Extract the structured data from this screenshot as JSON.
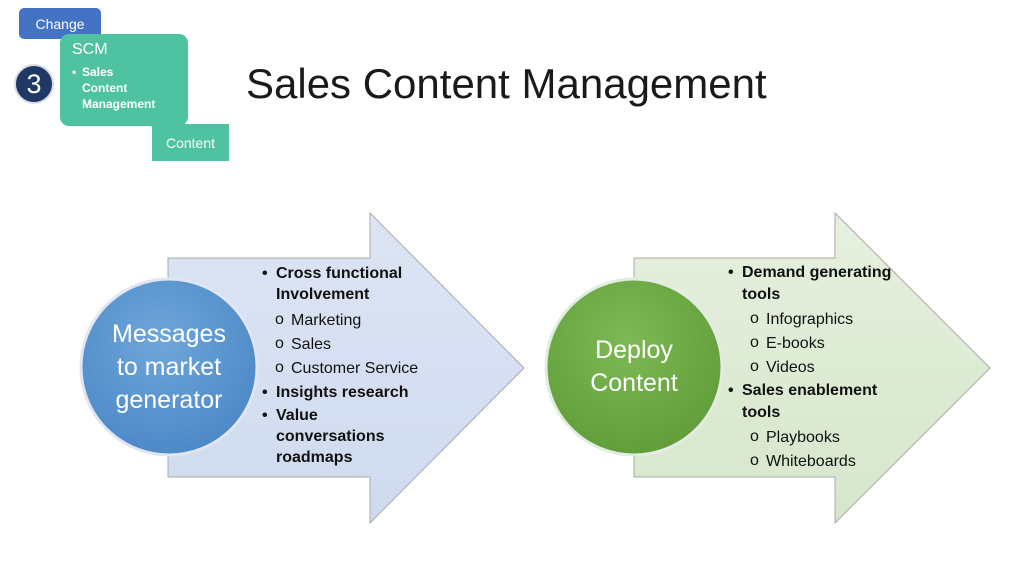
{
  "nav": {
    "change_label": "Change",
    "step_number": "3",
    "scm_title": "SCM",
    "scm_bullet_lines": [
      "Sales",
      "Content",
      "Management"
    ],
    "content_label": "Content"
  },
  "title": "Sales Content Management",
  "colors": {
    "change_button": "#4472c4",
    "scm_box": "#4fc3a1",
    "badge": "#1f3864",
    "blue_arrow": "#dae3f3",
    "blue_circle": "#5b9bd5",
    "green_arrow": "#e2efd9",
    "green_circle": "#70ad47"
  },
  "left": {
    "circle_lines": [
      "Messages",
      "to market",
      "generator"
    ],
    "items": [
      {
        "text": "Cross functional Involvement",
        "sub": [
          "Marketing",
          "Sales",
          "Customer Service"
        ]
      },
      {
        "text": "Insights research",
        "sub": []
      },
      {
        "text": "Value conversations roadmaps",
        "sub": []
      }
    ]
  },
  "right": {
    "circle_lines": [
      "Deploy",
      "Content"
    ],
    "items": [
      {
        "text": "Demand generating tools",
        "sub": [
          "Infographics",
          "E-books",
          "Videos"
        ]
      },
      {
        "text": "Sales enablement tools",
        "sub": [
          "Playbooks",
          "Whiteboards"
        ]
      }
    ]
  }
}
